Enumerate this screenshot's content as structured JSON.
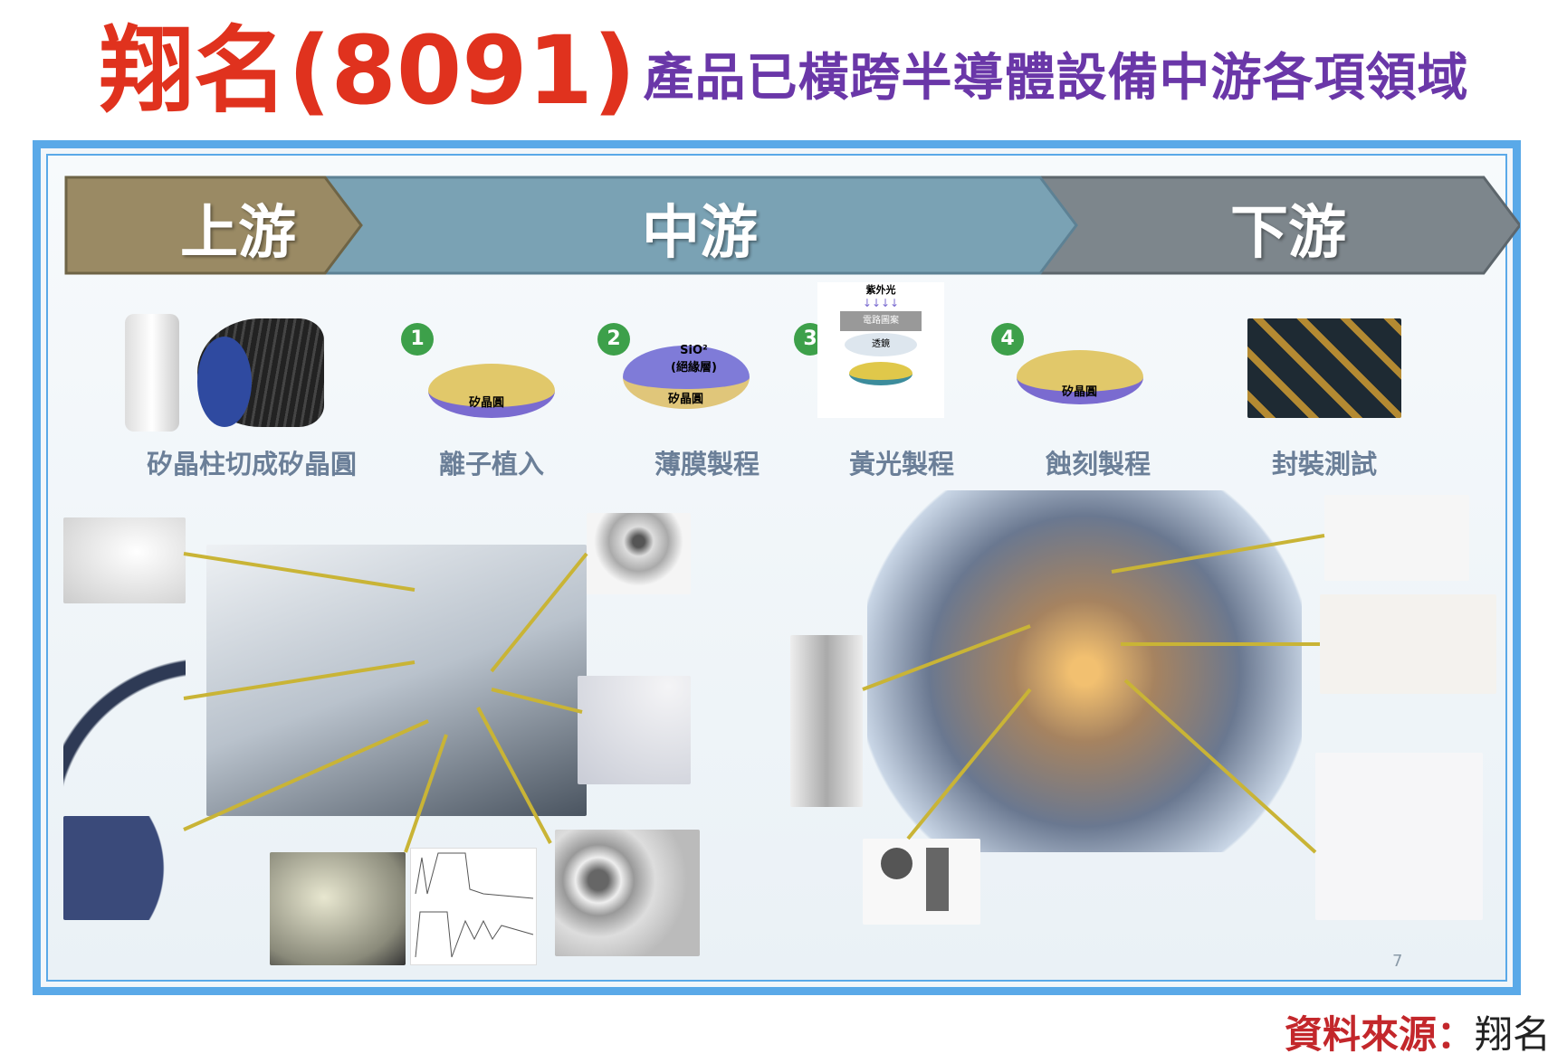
{
  "title": {
    "company": "翔名(8091)",
    "subtitle": "產品已橫跨半導體設備中游各項領域"
  },
  "banner": {
    "upstream": "上游",
    "midstream": "中游",
    "downstream": "下游"
  },
  "steps": [
    {
      "label": "矽晶柱切成矽晶圓"
    },
    {
      "number": "1",
      "label": "離子植入",
      "wafer_text": "矽晶圓"
    },
    {
      "number": "2",
      "label": "薄膜製程",
      "wafer_text": "矽晶圓",
      "layer_text": "SiO²",
      "layer_sub": "(絕緣層)"
    },
    {
      "number": "3",
      "label": "黃光製程",
      "light_text": "紫外光",
      "mask_text": "電路圖案",
      "lens_text": "透鏡"
    },
    {
      "number": "4",
      "label": "蝕刻製程",
      "wafer_text": "矽晶圓"
    },
    {
      "label": "封裝測試"
    }
  ],
  "page_number": "7",
  "source": {
    "key": "資料來源：",
    "value": "翔名"
  },
  "colors": {
    "title_red": "#e0321e",
    "title_purple": "#6a37a8",
    "frame_blue": "#5aa9e8",
    "upstream": "#9a8a64",
    "midstream": "#7aa2b4",
    "downstream": "#7d868c",
    "callout": "#c9b436"
  }
}
